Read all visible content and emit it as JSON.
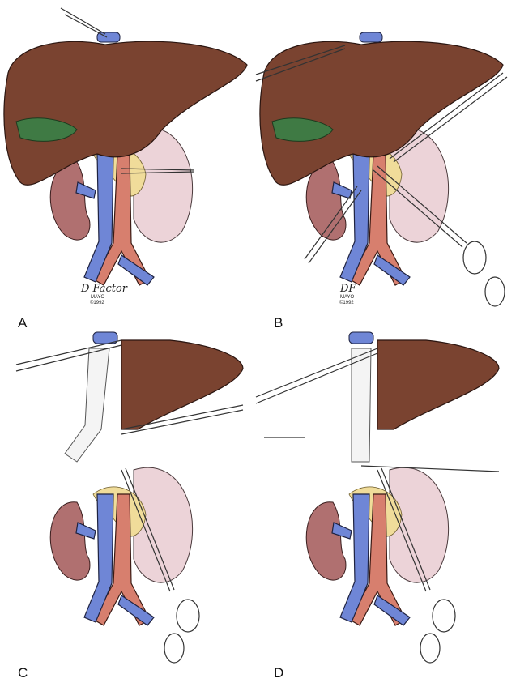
{
  "figure": {
    "panels": [
      {
        "label": "A",
        "signature": "D Factor",
        "credit": "MAYO",
        "year": "©1992"
      },
      {
        "label": "B",
        "signature": "DF",
        "credit": "MAYO",
        "year": "©1992"
      },
      {
        "label": "C"
      },
      {
        "label": "D"
      }
    ],
    "colors": {
      "liver": "#7a4330",
      "gallbladder": "#3f7a44",
      "ivc": "#6f86d6",
      "aorta": "#d77f6e",
      "kidney": "#b07070",
      "spleen": "#ecd3d8",
      "pancreas": "#f0dc9a"
    }
  }
}
